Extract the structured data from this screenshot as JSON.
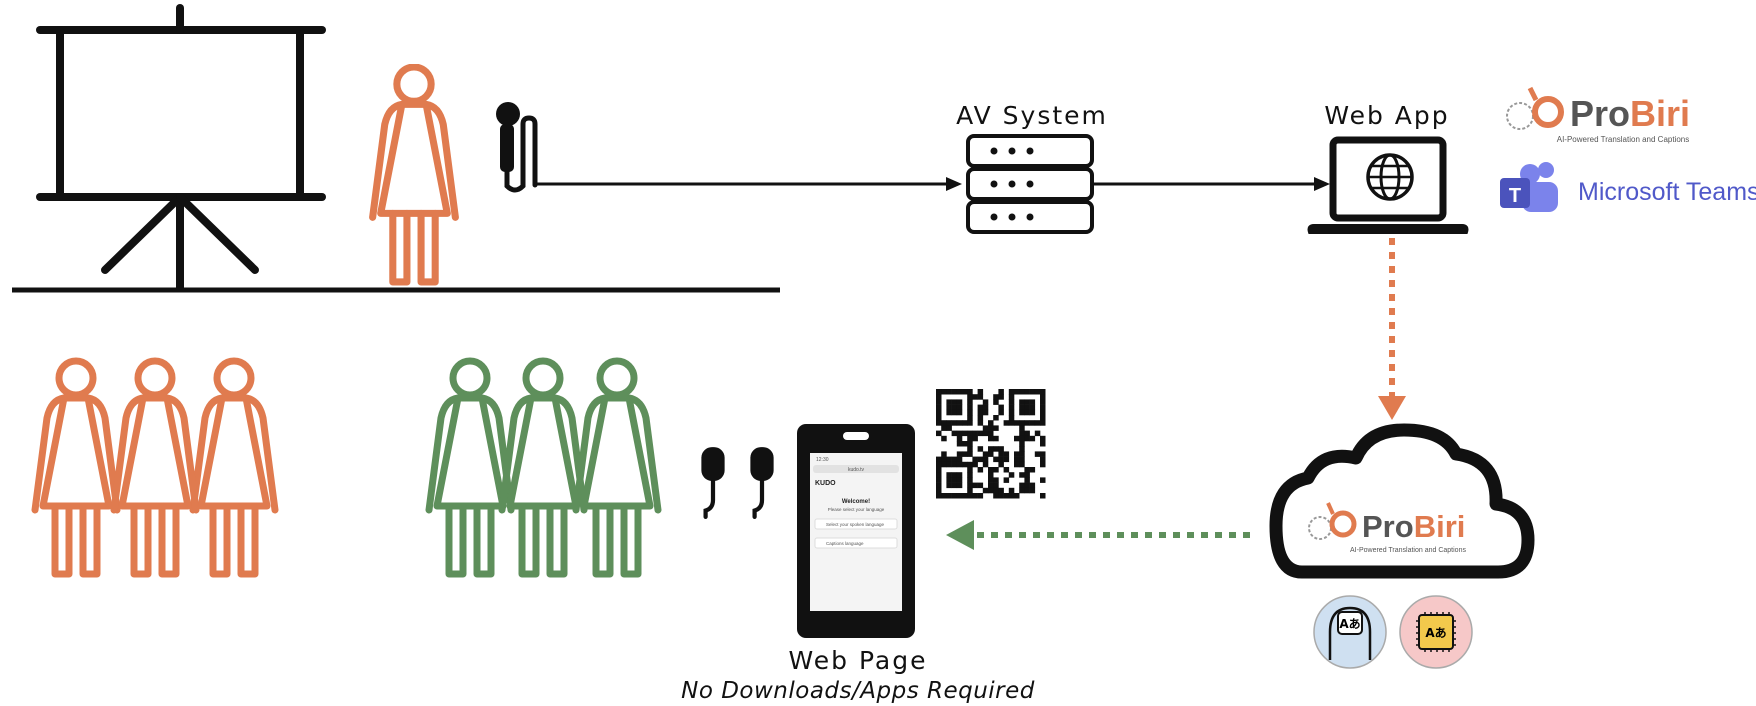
{
  "labels": {
    "av_system": "AV System",
    "web_app": "Web App",
    "web_page": "Web Page",
    "web_page_note": "No Downloads/Apps Required"
  },
  "brands": {
    "probiri_pro": "Pro",
    "probiri_biri": "Biri",
    "probiri_tagline": "AI-Powered Translation and Captions",
    "microsoft_teams": "Microsoft Teams"
  },
  "phone": {
    "time": "12:30",
    "url": "kudo.tv",
    "app_name": "KUDO",
    "welcome": "Welcome!",
    "prompt": "Please select your language",
    "option_1": "Select your spoken language",
    "option_2": "Captions language"
  },
  "icons": {
    "screen": "projector-screen-icon",
    "speaker": "person-icon",
    "microphone": "microphone-icon",
    "server": "server-icon",
    "laptop": "laptop-globe-icon",
    "cloud": "cloud-icon",
    "phone": "smartphone-icon",
    "earphones": "earphones-icon",
    "qr": "qr-code-icon",
    "human_translator": "human-translator-icon",
    "ai_translator": "ai-chip-translator-icon"
  },
  "colors": {
    "orange": "#E07B4F",
    "green": "#5E8F5B",
    "black": "#111111",
    "teams_purple": "#5059C9",
    "badge_blue": "#CFE0F1",
    "badge_pink": "#F6C8C8"
  }
}
